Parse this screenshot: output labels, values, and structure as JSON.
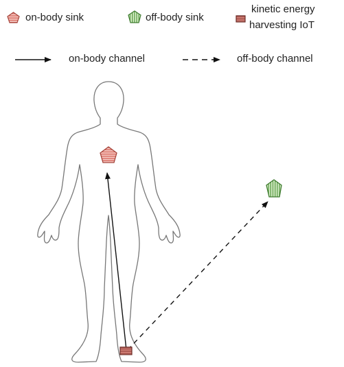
{
  "legend": {
    "on_body_sink": "on-body sink",
    "off_body_sink": "off-body sink",
    "iot_line1": "kinetic energy",
    "iot_line2": "harvesting IoT",
    "on_body_channel": "on-body channel",
    "off_body_channel": "off-body channel"
  },
  "icons": {
    "on_body_sink": "pentagon-horizontal-stripes-icon",
    "off_body_sink": "pentagon-vertical-stripes-icon",
    "iot_node": "rectangle-node-icon"
  },
  "colors": {
    "on_body_sink_fill": "#f3c6c0",
    "on_body_sink_stripe": "#d9675c",
    "off_body_sink_fill": "#d8efc9",
    "off_body_sink_stripe": "#5a9a45",
    "iot_fill": "#d9867e",
    "iot_stripe": "#8a3a33",
    "body_outline": "#777777",
    "arrow": "#111111"
  }
}
